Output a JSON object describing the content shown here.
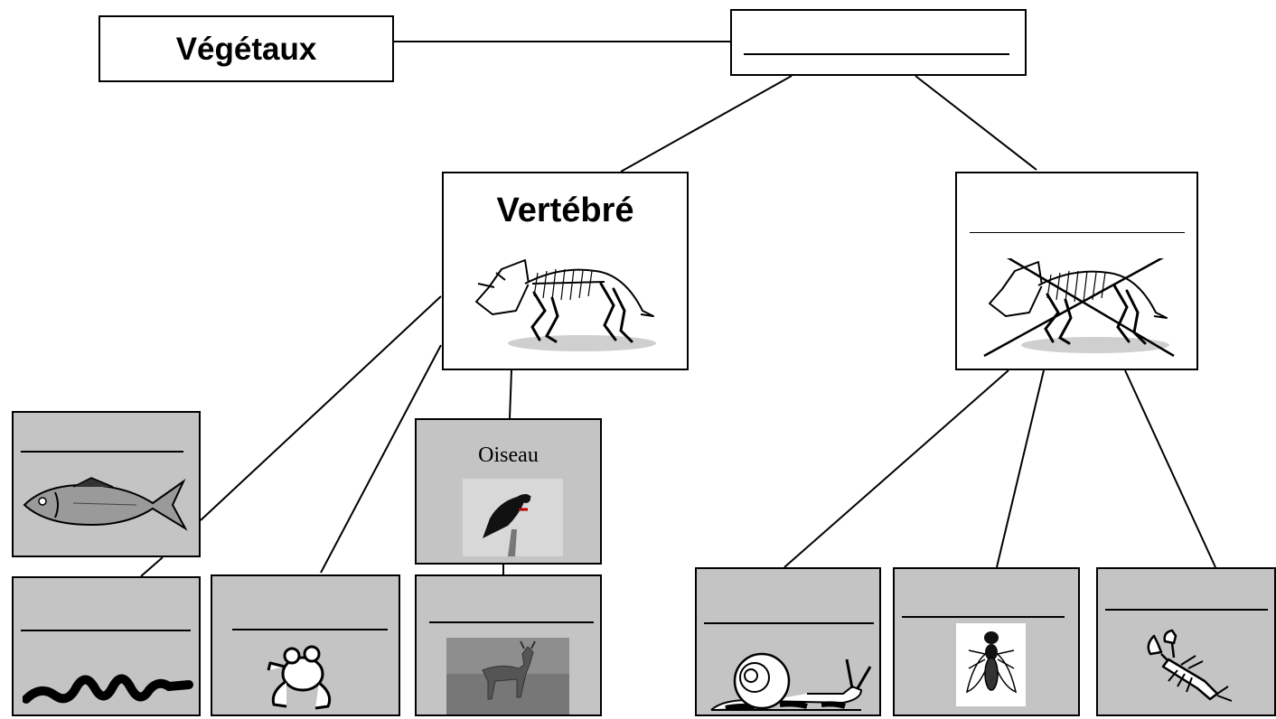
{
  "diagram": {
    "plants": {
      "label": "Végétaux"
    },
    "root": {
      "label": ""
    },
    "vertebrate": {
      "label": "Vertébré",
      "image": "skeleton-icon"
    },
    "invertebrate": {
      "label": "",
      "image": "crossed-skeleton-icon"
    },
    "vertebrate_groups": [
      {
        "label": "",
        "image": "fish-icon"
      },
      {
        "label": "",
        "image": "snake-icon"
      },
      {
        "label": "",
        "image": "frog-icon"
      },
      {
        "label": "Oiseau",
        "image": "bird-photo"
      },
      {
        "label": "",
        "image": "deer-photo"
      }
    ],
    "invertebrate_groups": [
      {
        "label": "",
        "image": "snail-icon"
      },
      {
        "label": "",
        "image": "fly-icon"
      },
      {
        "label": "",
        "image": "crayfish-icon"
      }
    ]
  },
  "colors": {
    "line": "#000000",
    "group_box_fill": "#c4c4c4",
    "main_box_fill": "#ffffff"
  }
}
